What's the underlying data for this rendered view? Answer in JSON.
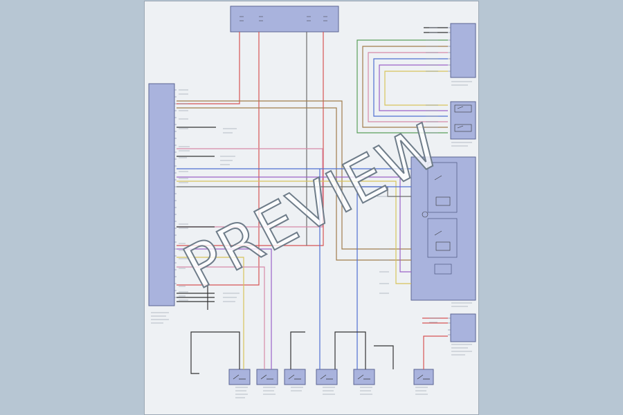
{
  "watermark": "PREVIEW",
  "colors": {
    "background": "#b7c6d3",
    "sheet": "#eef1f4",
    "module_fill": "#a9b3dd",
    "module_stroke": "#5a6492",
    "wire_red": "#d65353",
    "wire_brown": "#a07c4a",
    "wire_green": "#5aa05a",
    "wire_blue": "#4f6fd1",
    "wire_violet": "#9a62c8",
    "wire_yellow": "#d8c45a",
    "wire_gray": "#6c6c6c",
    "wire_pink": "#d68aa8",
    "wire_black": "#333333"
  },
  "modules": [
    {
      "id": "left-control-unit",
      "icon": "connector-block-icon"
    },
    {
      "id": "top-fuse-block",
      "icon": "fuse-icon"
    },
    {
      "id": "top-right-module",
      "icon": "connector-block-icon"
    },
    {
      "id": "mid-right-switch",
      "icon": "switch-icon"
    },
    {
      "id": "right-control-unit",
      "icon": "relay-icon"
    },
    {
      "id": "lower-right-module",
      "icon": "connector-block-icon"
    }
  ],
  "switches": [
    {
      "id": "switch-1",
      "icon": "switch-icon"
    },
    {
      "id": "switch-2",
      "icon": "switch-icon"
    },
    {
      "id": "switch-3",
      "icon": "switch-icon"
    },
    {
      "id": "switch-4",
      "icon": "switch-icon"
    },
    {
      "id": "switch-5",
      "icon": "switch-icon"
    },
    {
      "id": "switch-6",
      "icon": "switch-icon"
    }
  ]
}
